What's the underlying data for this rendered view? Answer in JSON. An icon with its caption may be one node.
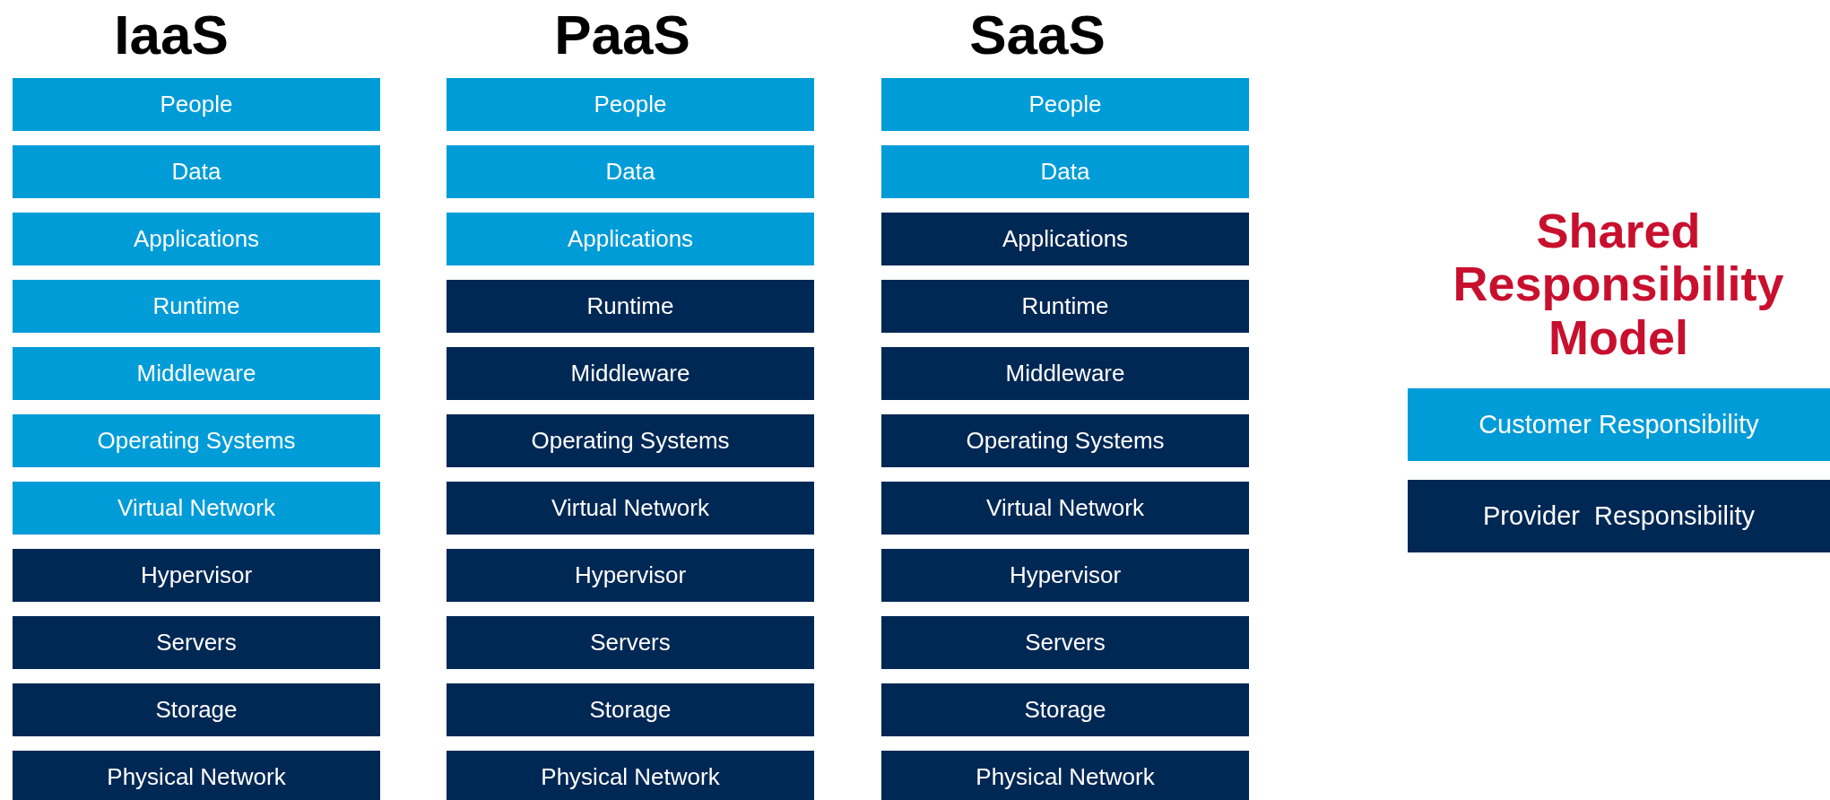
{
  "diagram": {
    "title": "Shared Responsibility Model",
    "nodes": [
      {
        "text": [
          "People"
        ]
      },
      {
        "text": [
          "Data"
        ]
      },
      {
        "text": [
          "Applications"
        ]
      },
      {
        "text": [
          "Runtime"
        ]
      },
      {
        "text": [
          "Middleware"
        ]
      },
      {
        "text": [
          "Operating Systems"
        ]
      },
      {
        "text": [
          "Virtual Network"
        ]
      },
      {
        "text": [
          "Hypervisor"
        ]
      },
      {
        "text": [
          "Servers"
        ]
      },
      {
        "text": [
          "Storage"
        ]
      },
      {
        "text": [
          "Physical Network"
        ]
      },
      {
        "text": [
          "People"
        ]
      },
      {
        "text": [
          "Data"
        ]
      },
      {
        "text": [
          "Applications"
        ]
      },
      {
        "text": [
          "Runtime"
        ]
      },
      {
        "text": [
          "Middleware"
        ]
      },
      {
        "text": [
          "Operating Systems"
        ]
      },
      {
        "text": [
          "Virtual Network"
        ]
      },
      {
        "text": [
          "Hypervisor"
        ]
      },
      {
        "text": [
          "Servers"
        ]
      },
      {
        "text": [
          "Storage"
        ]
      },
      {
        "text": [
          "Physical Network"
        ]
      },
      {
        "text": [
          "People"
        ]
      },
      {
        "text": [
          "Data"
        ]
      },
      {
        "text": [
          "Applications"
        ]
      },
      {
        "text": [
          "Runtime"
        ]
      },
      {
        "text": [
          "Middleware"
        ]
      },
      {
        "text": [
          "Operating Systems"
        ]
      },
      {
        "text": [
          "Virtual Network"
        ]
      },
      {
        "text": [
          "Hypervisor"
        ]
      },
      {
        "text": [
          "Servers"
        ]
      },
      {
        "text": [
          "Storage"
        ]
      },
      {
        "text": [
          "Physical Network"
        ]
      }
    ],
    "edges": [],
    "labels": [
      "IaaS",
      "PaaS",
      "SaaS"
    ],
    "legend": [
      {
        "text": "Customer Responsibility",
        "color": "#009cd8"
      },
      {
        "text": "Provider  Responsibility",
        "color": "#002855"
      }
    ]
  }
}
